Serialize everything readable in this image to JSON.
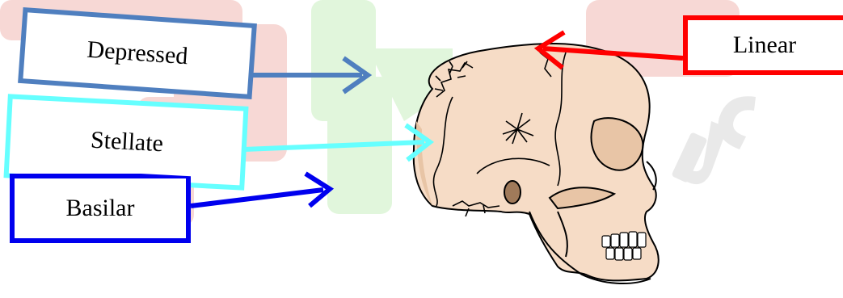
{
  "labels": {
    "depressed": "Depressed",
    "stellate": "Stellate",
    "basilar": "Basilar",
    "linear": "Linear"
  },
  "colors": {
    "depressed": "#4f7fbf",
    "stellate": "#66ffff",
    "basilar": "#0000ee",
    "linear": "#ff0000",
    "bone": "#f6dcc6",
    "bone_shadow": "#e8c5a6",
    "watermark_red": "#f2b9b4",
    "watermark_green": "#c9f0c0",
    "watermark_gray": "#d8d8d8"
  },
  "icons": {
    "skull": "skull-side-view-icon",
    "watermark": "ijcrt-watermark-icon"
  }
}
